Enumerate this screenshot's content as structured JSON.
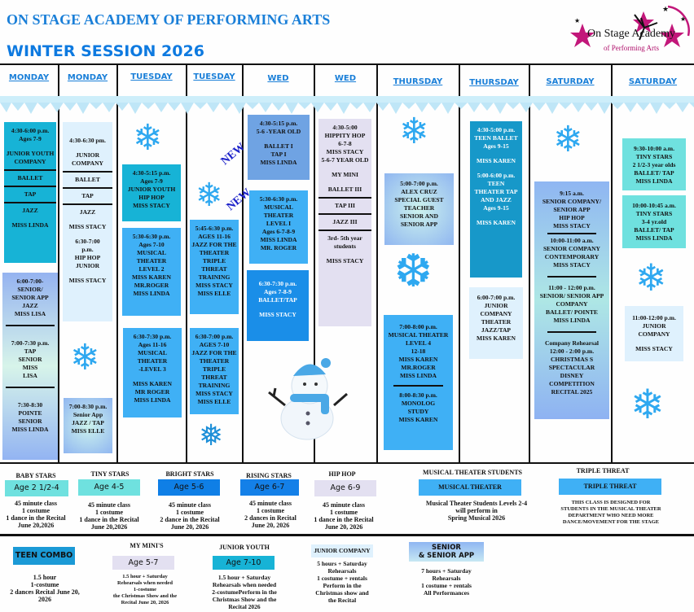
{
  "header": {
    "school_name": "ON STAGE ACADEMY OF PERFORMING ARTS",
    "session_title": "WINTER SESSION 2026",
    "logo_main": "On Stage Academy",
    "logo_sub": "of Performing Arts"
  },
  "days": [
    "MONDAY",
    "MONDAY",
    "TUESDAY",
    "TUESDAY",
    "WED",
    "WED",
    "THURSDAY",
    "THURSDAY",
    "SATURDAY",
    "SATURDAY"
  ],
  "badges": {
    "new": "NEW"
  },
  "columns": {
    "mon1": {
      "b1": [
        "4:30-6:00 p.m.",
        "Ages 7-9",
        "",
        "JUNIOR YOUTH",
        "COMPANY"
      ],
      "b1_ballet": "BALLET",
      "b1_tap": "TAP",
      "b1_jazz": "JAZZ",
      "b1_teacher": "MISS LINDA",
      "b2": [
        "6:00-7:00-",
        "SENIOR/",
        "SENIOR APP",
        "JAZZ",
        "MISS LISA"
      ],
      "b3": [
        "7:00-7:30 p.m.",
        "TAP",
        "SENIOR",
        "MISS",
        "LISA"
      ],
      "b4": [
        "7:30-8:30",
        "POINTE",
        "SENIOR",
        "MISS LINDA"
      ]
    },
    "mon2": {
      "b1": [
        "4:30-6:30 pm.",
        "",
        "JUNIOR",
        "COMPANY"
      ],
      "ballet": "BALLET",
      "tap": "TAP",
      "jazz": "JAZZ",
      "teacher": "MISS STACY",
      "b2": [
        "6:30-7:00",
        "p.m.",
        "HIP HOP",
        "JUNIOR",
        "",
        "MISS STACY"
      ],
      "b3": [
        "7:00-8:30 p.m.",
        "Senior App",
        "JAZZ / TAP",
        "MISS ELLE"
      ]
    },
    "tue1": {
      "b1": [
        "4:30-5:15 p.m.",
        "Ages 7-9",
        "JUNIOR YOUTH",
        "HIP HOP",
        "MISS STACY"
      ],
      "b2": [
        "5:30-6:30 p.m.",
        "Ages 7-10",
        "MUSICAL",
        "THEATER",
        "LEVEL 2",
        "MISS KAREN",
        "MR.ROGER",
        "MISS LINDA"
      ],
      "b3": [
        "6:30-7:30 p.m.",
        "Ages 11-16",
        "MUSICAL",
        "THEATER",
        "-LEVEL 3",
        "",
        "MISS KAREN",
        "MR ROGER",
        "MISS LINDA"
      ]
    },
    "tue2": {
      "b1": [
        "5:45-6:30 p.m.",
        "AGES 11-16",
        "JAZZ FOR THE",
        "THEATER",
        "TRIPLE",
        "THREAT",
        "TRAINING",
        "MISS STACY",
        "MISS ELLE"
      ],
      "b2": [
        "6:30-7:00 p.m.",
        "AGES 7-10",
        "JAZZ FOR THE",
        "THEATER",
        "TRIPLE",
        "THREAT",
        "TRAINING",
        "MISS STACY",
        "MISS ELLE"
      ]
    },
    "wed1": {
      "b1": [
        "4:30-5:15 p.m.",
        "5-6 -YEAR OLD",
        "",
        "BALLET I",
        "TAP I",
        "MISS LINDA"
      ],
      "b2": [
        "5:30-6:30 p.m.",
        "MUSICAL",
        "THEATER",
        "LEVEL I",
        "Ages 6-7-8-9",
        "MISS LINDA",
        "MR. ROGER"
      ],
      "b3": [
        "6:30-7:30 p.m.",
        "Ages 7-8-9",
        "BALLET/TAP",
        "",
        "MISS STACY"
      ]
    },
    "wed2": {
      "b1": [
        "4:30-5:00",
        "HIPPITY HOP",
        "6-7-8",
        "MISS STACY",
        "5-6-7 YEAR OLD",
        "",
        "MY MINI",
        "",
        "BALLET III"
      ],
      "tap": "TAP III",
      "jazz": "JAZZ III",
      "b2": [
        "3rd- 5th year",
        "students",
        "",
        "MISS STACY"
      ]
    },
    "thu1": {
      "b1": [
        "5:00-7:00 p.m.",
        "ALEX CRUZ",
        "SPECIAL GUEST",
        "TEACHER",
        "SENIOR AND",
        "SENIOR APP"
      ],
      "b2": [
        "7:00-8:00 p.m.",
        "MUSICAL THEATER",
        "LEVEL 4",
        "12-18",
        "MISS KAREN",
        "MR.ROGER",
        "MISS LINDA"
      ],
      "b3": [
        "8:00-8:30 p.m.",
        "MONOLOG",
        "STUDY",
        "MISS KAREN"
      ]
    },
    "thu2": {
      "b1": [
        "4:30-5:00 p.m.",
        "TEEN BALLET",
        "Ages 9-15",
        "",
        "MISS KAREN",
        "",
        "5:00-6:00 p.m.",
        "TEEN",
        "THEATER TAP",
        "AND JAZZ",
        "Ages 9-15",
        "",
        "MISS KAREN"
      ],
      "b2": [
        "6:00-7:00 p.m.",
        "JUNIOR",
        "COMPANY",
        "THEATER",
        "JAZZ/TAP",
        "MISS KAREN"
      ]
    },
    "sat1": {
      "b1": [
        "9:15 a.m.",
        "SENIOR COMPANY/",
        "SENIOR APP",
        "HIP HOP",
        "MISS STACY"
      ],
      "b2": [
        "10:00-11:00 a.m.",
        "SENIOR COMPANY",
        "CONTEMPORARY",
        "MISS STACY"
      ],
      "b3": [
        "11:00 - 12:00 p.m.",
        "SENIOR/ SENIOR APP",
        "COMPANY",
        "BALLET/ POINTE",
        "MISS LINDA"
      ],
      "b4": [
        "Company Rehearsal",
        "12:00 - 2:00 p.m.",
        "CHRISTMAS S",
        "SPECTACULAR",
        "DISNEY",
        "COMPETITION",
        "RECITAL 2025"
      ]
    },
    "sat2": {
      "b1": [
        "9:30-10:00 a.m.",
        "TINY STARS",
        "2 1/2-3 year olds",
        "BALLET/ TAP",
        "MISS LINDA"
      ],
      "b2": [
        "10:00-10:45 a.m.",
        "TINY STARS",
        "3-4 yr.old",
        "BALLET/ TAP",
        "MISS LINDA"
      ],
      "b3": [
        "11:00-12:00 p.m.",
        "JUNIOR",
        "COMPANY",
        "",
        "MISS STACY"
      ]
    }
  },
  "legend_row1": [
    {
      "title": "BABY STARS",
      "badge": "Age 2 1/2-4",
      "text": [
        "45 minute class",
        "1 costume",
        "1 dance in the Recital",
        "June 20,2026"
      ]
    },
    {
      "title": "TINY STARS",
      "badge": "Age 4-5",
      "text": [
        "45 minute class",
        "1 costume",
        "1 dance in the Recital",
        "June 20,2026"
      ]
    },
    {
      "title": "BRIGHT  STARS",
      "badge": "Age 5-6",
      "text": [
        "45 minute class",
        "1 costume",
        "2 dance in the Recital",
        "June 20, 2026"
      ]
    },
    {
      "title": "RISING  STARS",
      "badge": "Age 6-7",
      "text": [
        "45 minute class",
        "1 costume",
        "2 dances in Recital",
        "June 20, 2026"
      ]
    },
    {
      "title": "HIP HOP",
      "badge": "Age 6-9",
      "text": [
        "45 minute class",
        "1 costume",
        "1 dance in the Recital",
        "June 20, 2026"
      ]
    },
    {
      "title": "MUSICAL THEATER STUDENTS",
      "badge": "MUSICAL THEATER",
      "text": [
        "Musical Theater Students Levels 2-4",
        "will perform in",
        "Spring Musical 2026"
      ]
    },
    {
      "title": "TRIPLE THREAT",
      "badge": "TRIPLE THREAT",
      "text": [
        "THIS CLASS IS DESIGNED FOR",
        "STUDENTS IN THE MUSICAL THEATER",
        "DEPARTMENT WHO NEED MORE",
        "DANCE/MOVEMENT FOR THE STAGE"
      ]
    }
  ],
  "legend_row2": [
    {
      "title": "",
      "badge": "TEEN COMBO",
      "text": [
        "1.5 hour",
        "1-costume",
        "2 dances Recital June 20,",
        "2026"
      ]
    },
    {
      "title": "MY MINI'S",
      "badge": "Age 5-7",
      "text": [
        "1.5 hour + Saturday",
        "Rehearsals when needed",
        "1-costume",
        "the Christmas Show and the",
        "Recital June 20, 2026"
      ]
    },
    {
      "title": "JUNIOR YOUTH",
      "badge": "Age 7-10",
      "text": [
        "1.5 hour + Saturday",
        "Rehearsals when needed",
        "2-costumePerform in the",
        "Christmas Show and the",
        "Recital 2026"
      ]
    },
    {
      "title": "",
      "badge": "JUNIOR COMPANY",
      "text": [
        "5 hours + Saturday",
        "Rehearsals",
        "1 costume + rentals",
        "Perform in the",
        "Christmas show and",
        "the Recital"
      ]
    },
    {
      "title": "",
      "badge": "SENIOR\n& SENIOR APP",
      "text": [
        "7 hours + Saturday",
        "Rehearsals",
        "1 costume + rentals",
        "All Performances"
      ]
    }
  ],
  "colors": {
    "title_blue": "#1a7fd8",
    "teal": "#17b3d6",
    "sky_blue": "#3fb0f5",
    "lavender": "#e3e0f1",
    "aqua": "#6fe1df",
    "deep_blue": "#1a8ee8",
    "logo_magenta": "#c2177a"
  }
}
